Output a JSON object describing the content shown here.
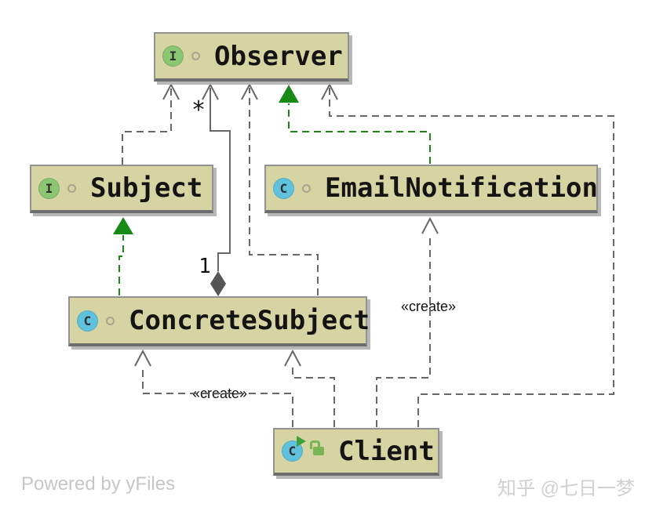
{
  "nodes": {
    "observer": {
      "label": "Observer",
      "badge": "I",
      "kind": "interface"
    },
    "subject": {
      "label": "Subject",
      "badge": "I",
      "kind": "interface"
    },
    "email_notification": {
      "label": "EmailNotification",
      "badge": "C",
      "kind": "class"
    },
    "concrete_subject": {
      "label": "ConcreteSubject",
      "badge": "C",
      "kind": "class"
    },
    "client": {
      "label": "Client",
      "badge": "C",
      "kind": "runnable-class"
    }
  },
  "edge_labels": {
    "multiplicity_star": "*",
    "multiplicity_one": "1",
    "create_concretesubject": "«create»",
    "create_emailnotification": "«create»"
  },
  "watermarks": {
    "powered_by": "Powered by yFiles",
    "credit": "知乎 @七日一梦"
  },
  "colors": {
    "node_fill": "#d7d4a3",
    "node_border": "#929292",
    "edge_gray": "#676767",
    "realization_green": "#188a18",
    "interface_badge": "#8cc673",
    "class_badge": "#5fc1dc",
    "lock_green": "#7ab456"
  }
}
